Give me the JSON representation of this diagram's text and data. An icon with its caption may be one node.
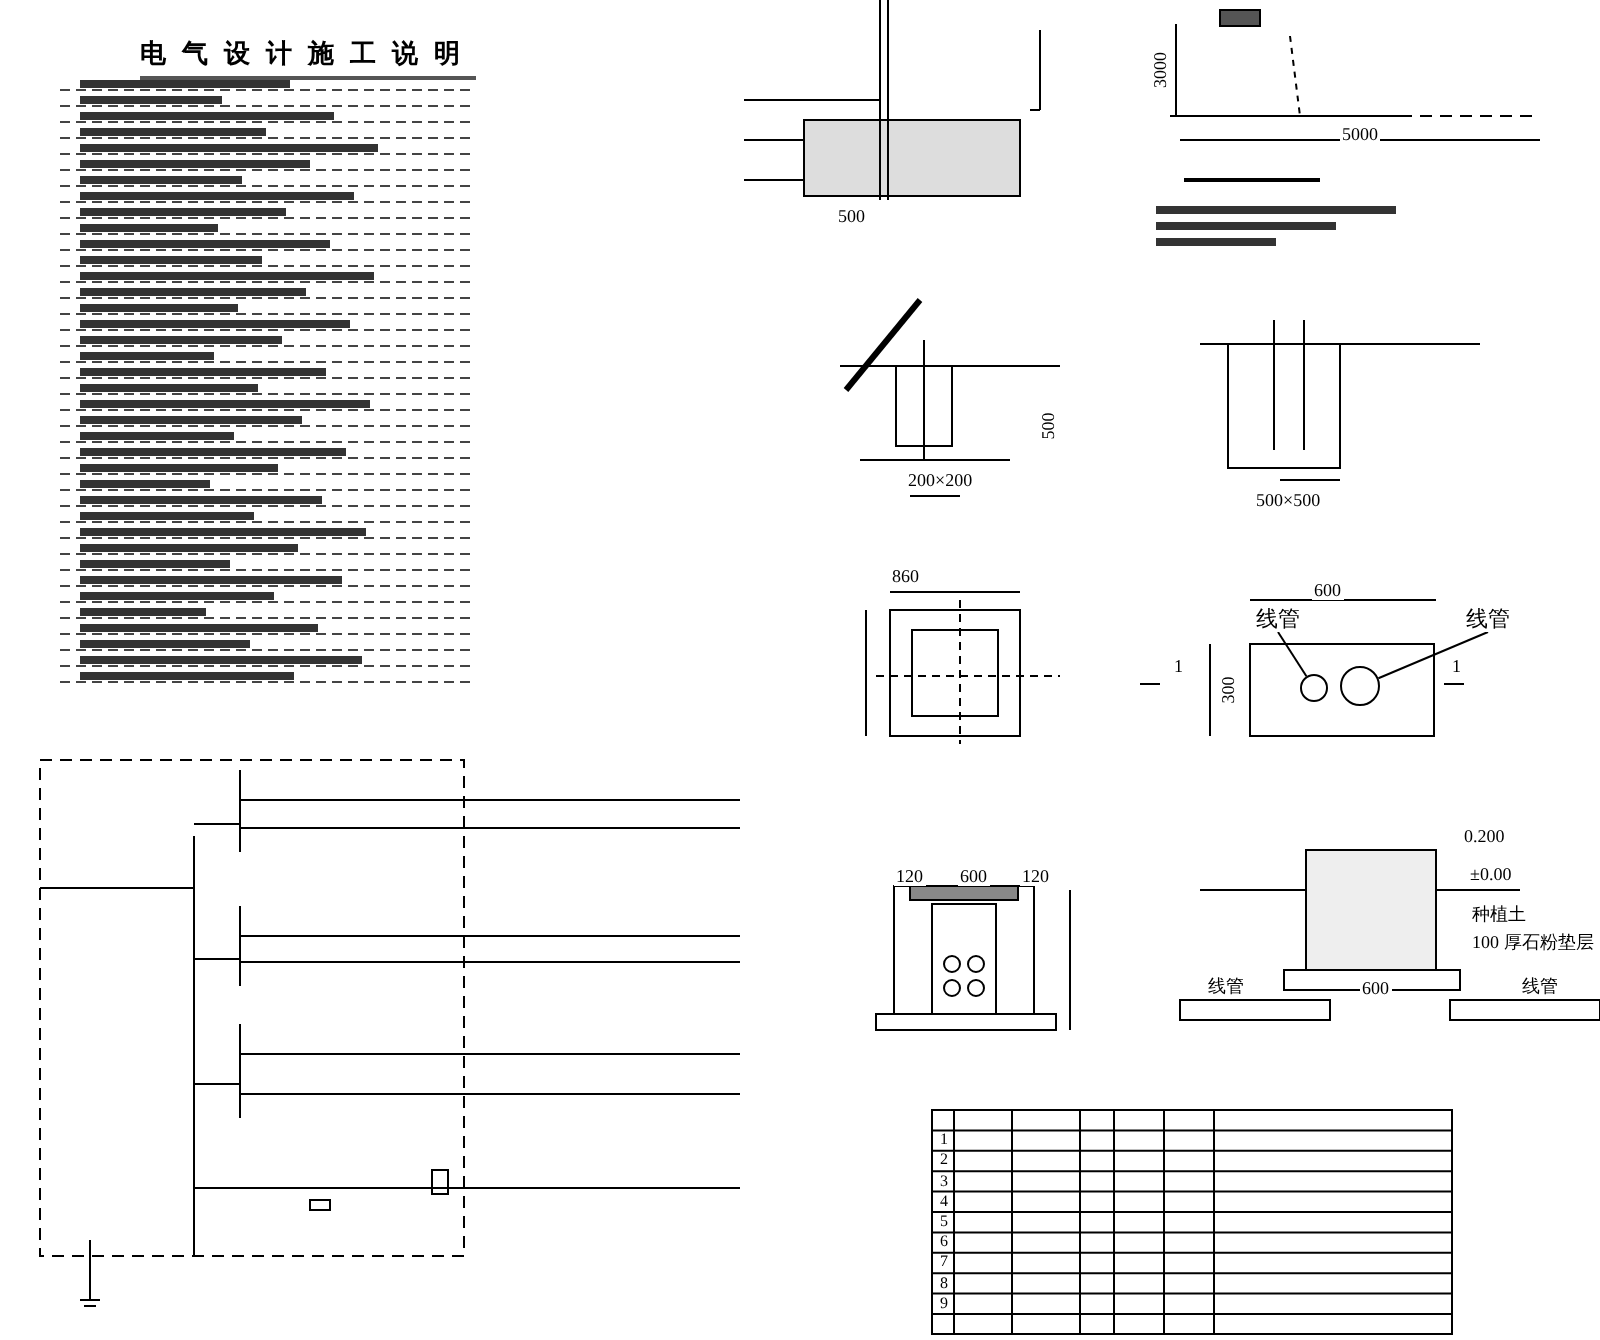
{
  "diagram": {
    "title": "电气设计施工说明",
    "nodes": [
      {
        "text": [
          "线管"
        ]
      },
      {
        "text": [
          "线管"
        ]
      },
      {
        "text": [],
        "shape": "circle"
      },
      {
        "text": [],
        "shape": "circle"
      }
    ],
    "edges": [
      {
        "from": 0,
        "to": 2,
        "arrow": "none"
      },
      {
        "from": 1,
        "to": 3,
        "arrow": "none"
      }
    ],
    "labels": [
      "500",
      "3000",
      "5000",
      "200×200",
      "500",
      "500×500",
      "860",
      "600",
      "300",
      "1",
      "1",
      "120",
      "600",
      "120",
      "0.200",
      "±0.00",
      "种植土",
      "100 厚石粉垫层",
      "线管",
      "600",
      "线管",
      "1",
      "2",
      "3",
      "4",
      "5",
      "6",
      "7",
      "8",
      "9"
    ]
  }
}
